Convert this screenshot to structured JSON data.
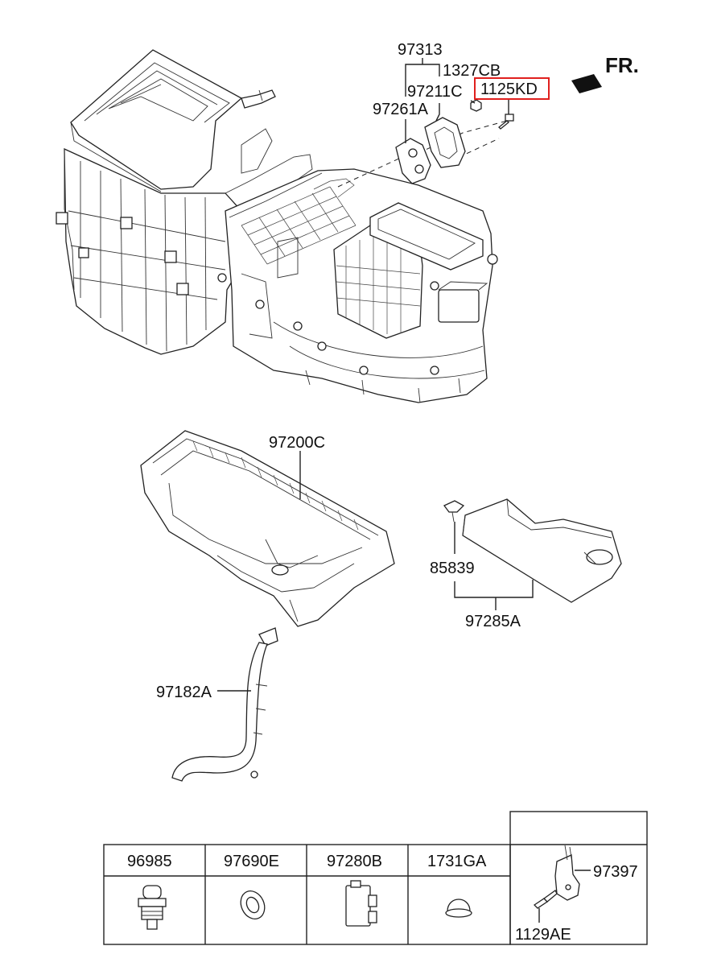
{
  "orientation_label": "FR.",
  "callouts": {
    "p97313": "97313",
    "p1327CB": "1327CB",
    "p97211C": "97211C",
    "p1125KD": "1125KD",
    "p97261A": "97261A",
    "p97200C": "97200C",
    "p85839": "85839",
    "p97285A": "97285A",
    "p97182A": "97182A"
  },
  "highlight_color": "#e0201e",
  "parts_table": {
    "headers": [
      "96985",
      "97690E",
      "97280B",
      "1731GA",
      ""
    ],
    "extra_labels": [
      "97397",
      "1129AE"
    ]
  }
}
